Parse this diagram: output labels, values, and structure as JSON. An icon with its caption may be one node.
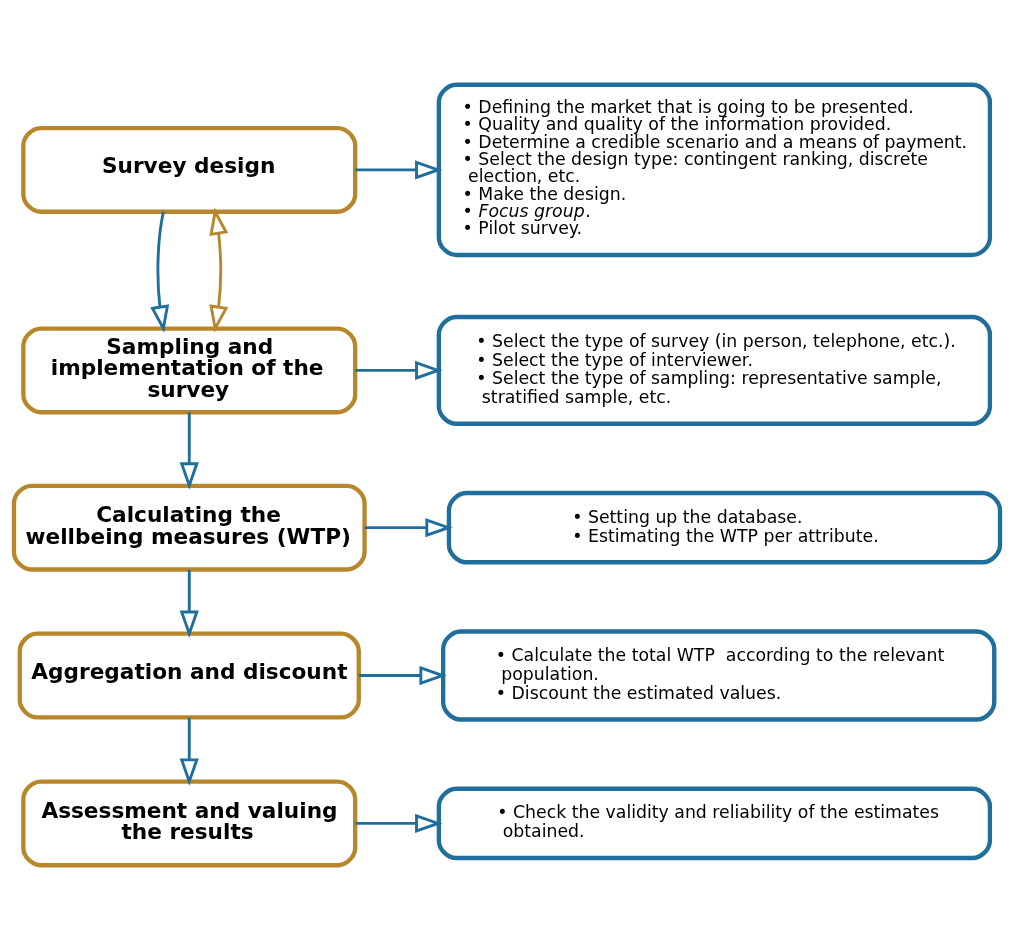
{
  "diagram": {
    "nodes": [
      {
        "text": [
          "Survey design"
        ]
      },
      {
        "text": [
          "• Defining the market that is going to be presented.",
          "• Quality and quality of the information provided.",
          "• Determine a credible scenario and a means of payment.",
          "• Select the design type: contingent ranking, discrete election, etc.",
          "• Make the design.",
          "• *Focus group*.",
          "• Pilot survey."
        ]
      },
      {
        "text": [
          "Sampling and implementation of the survey"
        ]
      },
      {
        "text": [
          "• Select the type of survey (in person, telephone, etc.).",
          "• Select the type of interviewer.",
          "• Select the type of sampling: representative sample, stratified sample, etc."
        ]
      },
      {
        "text": [
          "Calculating the wellbeing measures (WTP)"
        ]
      },
      {
        "text": [
          "• Setting up the database.",
          "• Estimating the WTP per attribute."
        ]
      },
      {
        "text": [
          "Aggregation and discount"
        ]
      },
      {
        "text": [
          "• Calculate the total WTP  according to the relevant population.",
          "• Discount the estimated values."
        ]
      },
      {
        "text": [
          "Assessment and valuing the results"
        ]
      },
      {
        "text": [
          "• Check the validity and reliability of the estimates obtained."
        ]
      }
    ],
    "edges": [
      {
        "from": 0,
        "to": 1,
        "arrow": "to"
      },
      {
        "from": 0,
        "to": 2,
        "arrow": "to"
      },
      {
        "from": 0,
        "to": 2,
        "arrow": "both",
        "color": "#b8862b"
      },
      {
        "from": 2,
        "to": 3,
        "arrow": "to"
      },
      {
        "from": 2,
        "to": 4,
        "arrow": "to"
      },
      {
        "from": 4,
        "to": 5,
        "arrow": "to"
      },
      {
        "from": 4,
        "to": 6,
        "arrow": "to"
      },
      {
        "from": 6,
        "to": 7,
        "arrow": "to"
      },
      {
        "from": 6,
        "to": 8,
        "arrow": "to"
      },
      {
        "from": 8,
        "to": 9,
        "arrow": "to"
      }
    ]
  }
}
